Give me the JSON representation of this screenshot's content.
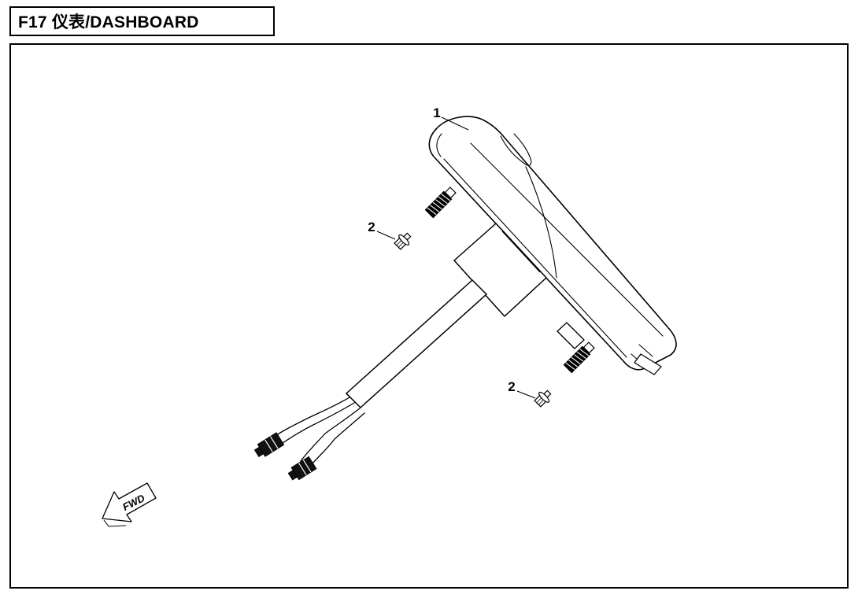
{
  "page": {
    "title": "F17 仪表/DASHBOARD"
  },
  "colors": {
    "ink": "#000000",
    "paper": "#ffffff"
  },
  "diagram": {
    "callouts": [
      {
        "label": "1"
      },
      {
        "label": "2"
      },
      {
        "label": "2"
      }
    ],
    "direction_label": "FWD"
  }
}
